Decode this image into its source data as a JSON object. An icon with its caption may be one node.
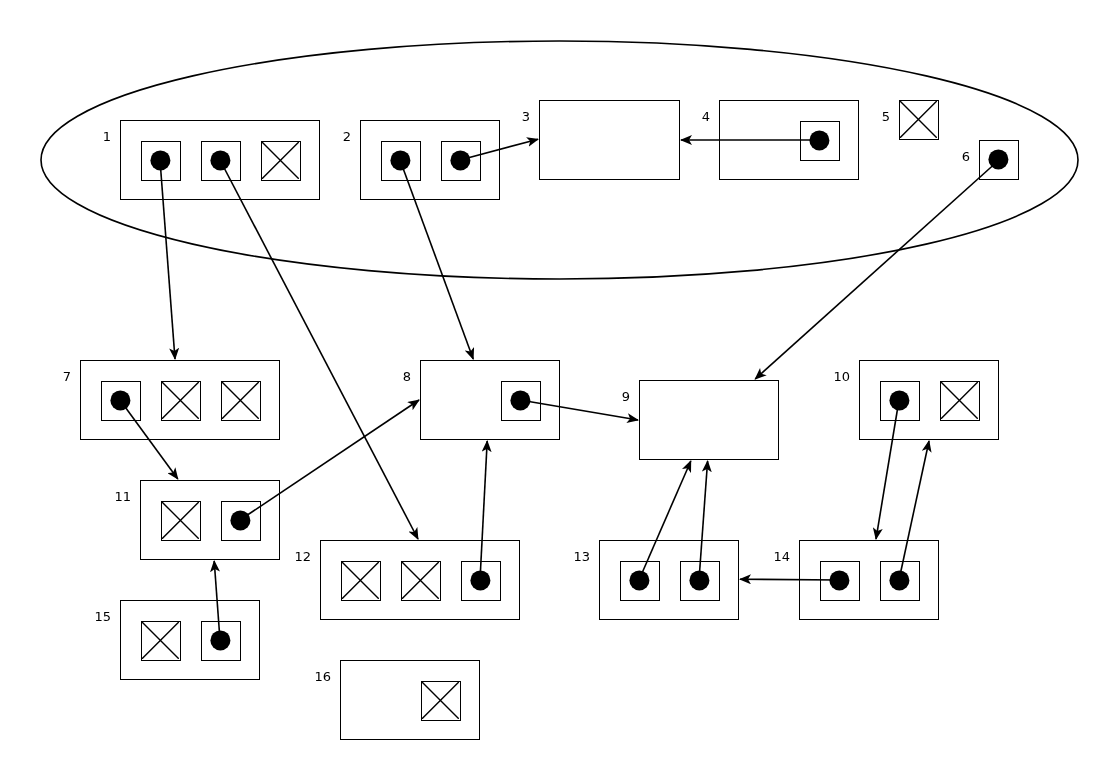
{
  "diagram": {
    "nodes": [
      {
        "text": [],
        "shape": "ellipse"
      },
      {
        "text": [],
        "shape": "box",
        "beside": [
          "1"
        ],
        "in": 0
      },
      {
        "text": [],
        "shape": "dot",
        "in": 1
      },
      {
        "text": [],
        "shape": "dot",
        "in": 1
      },
      {
        "text": [],
        "shape": "cross",
        "in": 1
      },
      {
        "text": [],
        "shape": "box",
        "beside": [
          "2"
        ],
        "in": 0
      },
      {
        "text": [],
        "shape": "dot",
        "in": 5
      },
      {
        "text": [],
        "shape": "dot",
        "in": 5
      },
      {
        "text": [],
        "shape": "box",
        "beside": [
          "3"
        ],
        "in": 0
      },
      {
        "text": [],
        "shape": "box",
        "beside": [
          "4"
        ],
        "in": 0
      },
      {
        "text": [],
        "shape": "dot",
        "in": 9
      },
      {
        "text": [],
        "shape": "cross",
        "beside": [
          "5"
        ],
        "in": 0
      },
      {
        "text": [],
        "shape": "dot",
        "beside": [
          "6"
        ],
        "in": 0
      },
      {
        "text": [],
        "shape": "box",
        "beside": [
          "7"
        ]
      },
      {
        "text": [],
        "shape": "dot",
        "in": 13
      },
      {
        "text": [],
        "shape": "cross",
        "in": 13
      },
      {
        "text": [],
        "shape": "cross",
        "in": 13
      },
      {
        "text": [],
        "shape": "box",
        "beside": [
          "8"
        ]
      },
      {
        "text": [],
        "shape": "dot",
        "in": 17
      },
      {
        "text": [],
        "shape": "box",
        "beside": [
          "9"
        ]
      },
      {
        "text": [],
        "shape": "box",
        "beside": [
          "10"
        ]
      },
      {
        "text": [],
        "shape": "dot",
        "in": 20
      },
      {
        "text": [],
        "shape": "cross",
        "in": 20
      },
      {
        "text": [],
        "shape": "box",
        "beside": [
          "11"
        ]
      },
      {
        "text": [],
        "shape": "cross",
        "in": 23
      },
      {
        "text": [],
        "shape": "dot",
        "in": 23
      },
      {
        "text": [],
        "shape": "box",
        "beside": [
          "12"
        ]
      },
      {
        "text": [],
        "shape": "cross",
        "in": 26
      },
      {
        "text": [],
        "shape": "cross",
        "in": 26
      },
      {
        "text": [],
        "shape": "dot",
        "in": 26
      },
      {
        "text": [],
        "shape": "box",
        "beside": [
          "13"
        ]
      },
      {
        "text": [],
        "shape": "dot",
        "in": 30
      },
      {
        "text": [],
        "shape": "dot",
        "in": 30
      },
      {
        "text": [],
        "shape": "box",
        "beside": [
          "14"
        ]
      },
      {
        "text": [],
        "shape": "dot",
        "in": 33
      },
      {
        "text": [],
        "shape": "dot",
        "in": 33
      },
      {
        "text": [],
        "shape": "box",
        "beside": [
          "15"
        ]
      },
      {
        "text": [],
        "shape": "cross",
        "in": 36
      },
      {
        "text": [],
        "shape": "dot",
        "in": 36
      },
      {
        "text": [],
        "shape": "box",
        "beside": [
          "16"
        ]
      },
      {
        "text": [],
        "shape": "cross",
        "in": 39
      }
    ],
    "edges": [
      {
        "from": 2,
        "to": 13,
        "arrow": "to"
      },
      {
        "from": 3,
        "to": 26,
        "arrow": "to"
      },
      {
        "from": 6,
        "to": 17,
        "arrow": "to"
      },
      {
        "from": 7,
        "to": 8,
        "arrow": "to"
      },
      {
        "from": 10,
        "to": 8,
        "arrow": "to"
      },
      {
        "from": 12,
        "to": 19,
        "arrow": "to"
      },
      {
        "from": 14,
        "to": 23,
        "arrow": "to"
      },
      {
        "from": 25,
        "to": 17,
        "arrow": "to"
      },
      {
        "from": 18,
        "to": 19,
        "arrow": "to"
      },
      {
        "from": 29,
        "to": 17,
        "arrow": "to"
      },
      {
        "from": 31,
        "to": 19,
        "arrow": "to"
      },
      {
        "from": 32,
        "to": 19,
        "arrow": "to"
      },
      {
        "from": 34,
        "to": 30,
        "arrow": "to"
      },
      {
        "from": 35,
        "to": 20,
        "arrow": "to"
      },
      {
        "from": 21,
        "to": 33,
        "arrow": "to"
      },
      {
        "from": 38,
        "to": 23,
        "arrow": "to"
      }
    ]
  }
}
